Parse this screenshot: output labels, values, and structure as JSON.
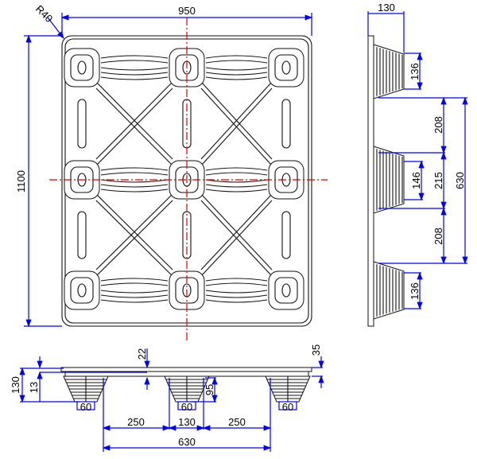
{
  "top_view": {
    "width_label": "950",
    "height_label": "1100",
    "radius_label": "R40"
  },
  "side_view": {
    "depth_label": "130",
    "foot_top_label": "136",
    "gap_top_label": "208",
    "foot_middle_label": "146",
    "span_middle_label": "215",
    "gap_bottom_label": "208",
    "total_span_label": "630",
    "foot_bottom_label": "136"
  },
  "front_view": {
    "height_label": "130",
    "deck_label": "13",
    "deck_top_label": "22",
    "edge_label": "35",
    "foot_height_label": "95",
    "foot_widths": [
      "60",
      "60",
      "60"
    ],
    "gap_left_label": "250",
    "center_label": "130",
    "gap_right_label": "250",
    "total_label": "630"
  },
  "colors": {
    "dimension": "#0000ff",
    "centerline": "#e00000",
    "outline": "#111111"
  }
}
